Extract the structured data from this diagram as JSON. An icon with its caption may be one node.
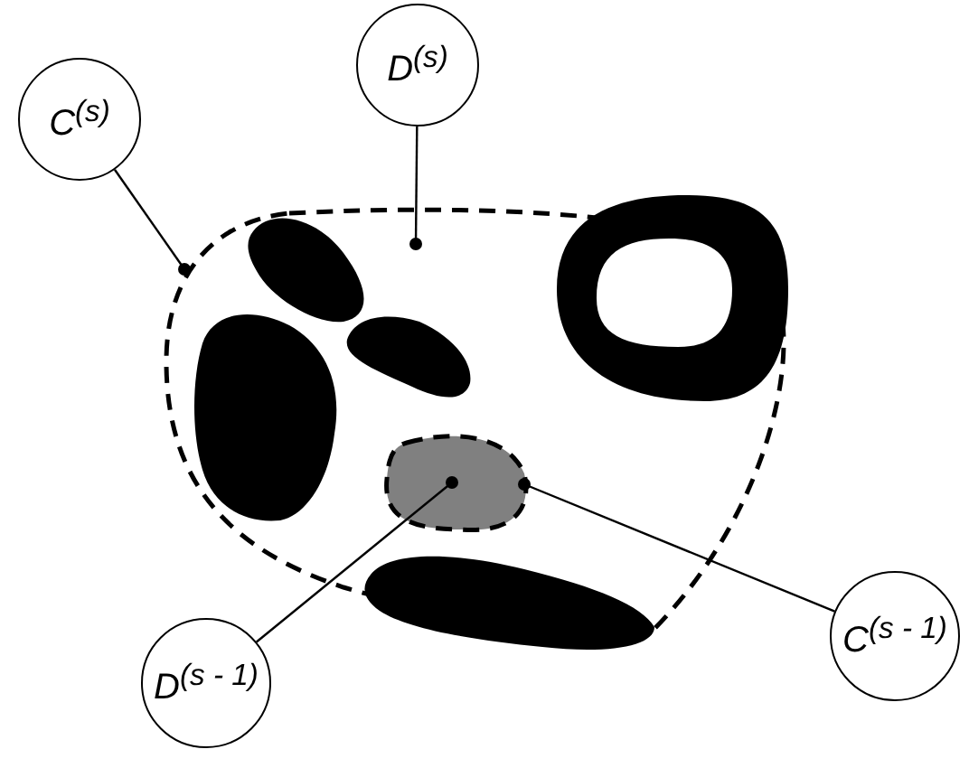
{
  "diagram": {
    "nodes": [
      {
        "text": [
          "C$^{(s)}$"
        ]
      },
      {
        "text": [
          "D$^{(s)}$"
        ]
      },
      {
        "text": [
          "C$^{(s - 1)}$"
        ]
      },
      {
        "text": [
          "D$^{(s - 1)}$"
        ]
      },
      {
        "text": [],
        "shape": "region"
      },
      {
        "text": [],
        "shape": "region",
        "in": 4
      }
    ],
    "edges": [
      {
        "from": 0,
        "to": 4,
        "arrow": "other"
      },
      {
        "from": 1,
        "to": 4,
        "arrow": "other"
      },
      {
        "from": 2,
        "to": 5,
        "arrow": "other"
      },
      {
        "from": 3,
        "to": 5,
        "arrow": "other"
      }
    ]
  }
}
